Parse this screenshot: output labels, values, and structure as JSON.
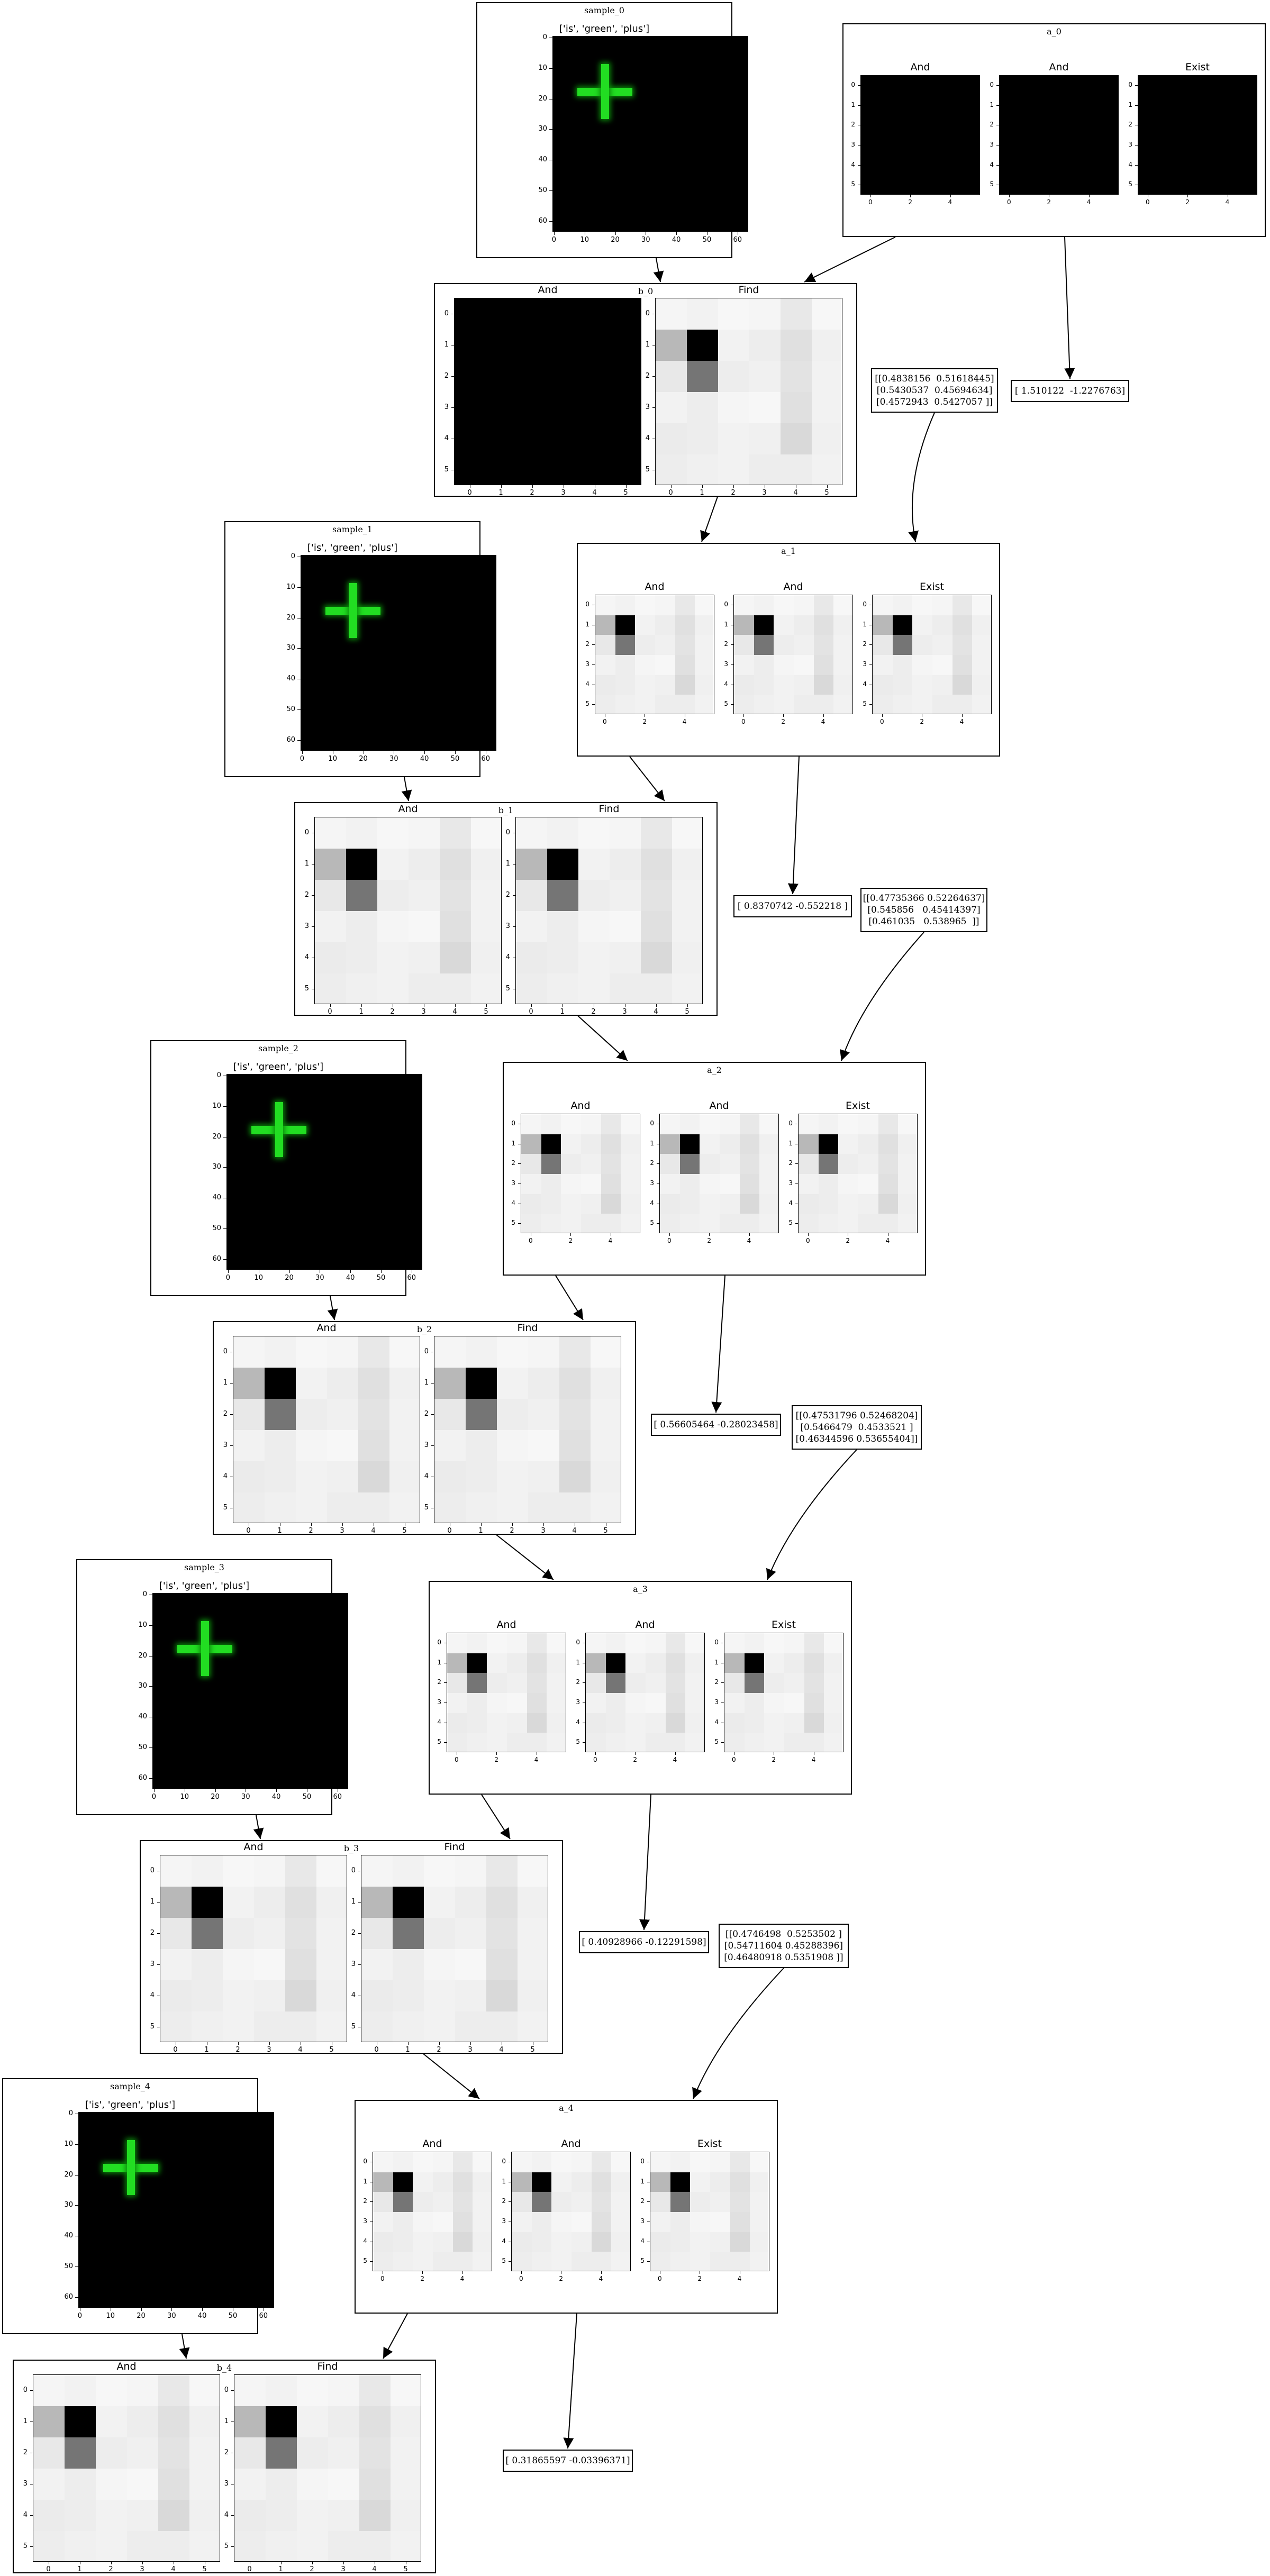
{
  "vocab_label": "['is', 'green', 'plus']",
  "samples": [
    {
      "title": "sample_0"
    },
    {
      "title": "sample_1"
    },
    {
      "title": "sample_2"
    },
    {
      "title": "sample_3"
    },
    {
      "title": "sample_4"
    }
  ],
  "image_axis_ticks": [
    "0",
    "10",
    "20",
    "30",
    "40",
    "50",
    "60"
  ],
  "attention_axis_ticks": [
    "0",
    "1",
    "2",
    "3",
    "4",
    "5"
  ],
  "small_x_ticks": [
    "0",
    "2",
    "4"
  ],
  "a_nodes": [
    {
      "title": "a_0",
      "panels": [
        "And",
        "And",
        "Exist"
      ]
    },
    {
      "title": "a_1",
      "panels": [
        "And",
        "And",
        "Exist"
      ]
    },
    {
      "title": "a_2",
      "panels": [
        "And",
        "And",
        "Exist"
      ]
    },
    {
      "title": "a_3",
      "panels": [
        "And",
        "And",
        "Exist"
      ]
    },
    {
      "title": "a_4",
      "panels": [
        "And",
        "And",
        "Exist"
      ]
    }
  ],
  "b_nodes": [
    {
      "title": "b_0",
      "panels": [
        "And",
        "Find"
      ]
    },
    {
      "title": "b_1",
      "panels": [
        "And",
        "Find"
      ]
    },
    {
      "title": "b_2",
      "panels": [
        "And",
        "Find"
      ]
    },
    {
      "title": "b_3",
      "panels": [
        "And",
        "Find"
      ]
    },
    {
      "title": "b_4",
      "panels": [
        "And",
        "Find"
      ]
    }
  ],
  "output_vectors": [
    "[ 1.510122  -1.2276763]",
    "[ 0.8370742 -0.552218 ]",
    "[ 0.56605464 -0.28023458]",
    "[ 0.40928966 -0.12291598]",
    "[ 0.31865597 -0.03396371]"
  ],
  "state_matrices": [
    "[[0.4838156  0.51618445]\n[0.5430537  0.45694634]\n[0.4572943  0.5427057 ]]",
    "[[0.47735366 0.52264637]\n[0.545856   0.45414397]\n[0.461035   0.538965  ]]",
    "[[0.47531796 0.52468204]\n[0.5466479  0.4533521 ]\n[0.46344596 0.53655404]]",
    "[[0.4746498  0.5253502 ]\n[0.54711604 0.45288396]\n[0.46480918 0.5351908 ]]"
  ],
  "attention_map": [
    [
      0.96,
      0.95,
      0.97,
      0.96,
      0.91,
      0.97
    ],
    [
      0.72,
      0.0,
      0.95,
      0.93,
      0.88,
      0.94
    ],
    [
      0.91,
      0.46,
      0.93,
      0.94,
      0.89,
      0.95
    ],
    [
      0.95,
      0.93,
      0.96,
      0.97,
      0.88,
      0.95
    ],
    [
      0.92,
      0.93,
      0.95,
      0.94,
      0.85,
      0.94
    ],
    [
      0.93,
      0.94,
      0.95,
      0.93,
      0.93,
      0.95
    ]
  ],
  "colors": {
    "plus_green": "#22dd22",
    "background": "#000000"
  }
}
